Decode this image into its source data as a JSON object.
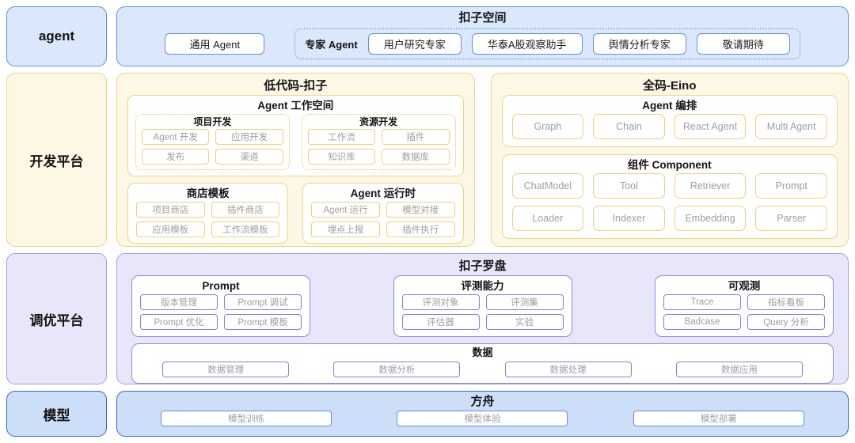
{
  "colors": {
    "blue_bg": "#dbe8fc",
    "blue_border": "#5e8fe8",
    "deep_blue_bg": "#cddef8",
    "deep_blue_border": "#2e69d2",
    "yellow_bg": "#fdf7e5",
    "yellow_border": "#f4d37c",
    "purple_bg": "#e7e7f9",
    "purple_border": "#9e9ef2",
    "muted_text": "#9e9e9e"
  },
  "row_agent": {
    "label": "agent",
    "panel_title": "扣子空间",
    "general_agent": "通用 Agent",
    "expert_label": "专家 Agent",
    "experts": [
      "用户研究专家",
      "华泰A股观察助手",
      "舆情分析专家",
      "敬请期待"
    ]
  },
  "row_dev": {
    "label": "开发平台",
    "lowcode": {
      "title": "低代码-扣子",
      "workspace": {
        "title": "Agent 工作空间",
        "groups": [
          {
            "title": "项目开发",
            "items": [
              "Agent 开发",
              "应用开发",
              "发布",
              "渠道"
            ]
          },
          {
            "title": "资源开发",
            "items": [
              "工作流",
              "插件",
              "知识库",
              "数据库"
            ]
          }
        ]
      },
      "store": {
        "title": "商店模板",
        "items": [
          "项目商店",
          "插件商店",
          "应用模板",
          "工作流模板"
        ]
      },
      "runtime": {
        "title": "Agent 运行时",
        "items": [
          "Agent 运行",
          "模型对接",
          "埋点上报",
          "插件执行"
        ]
      }
    },
    "fullcode": {
      "title": "全码-Eino",
      "orchestration": {
        "title": "Agent 编排",
        "items": [
          "Graph",
          "Chain",
          "React Agent",
          "Multi Agent"
        ]
      },
      "component": {
        "title": "组件 Component",
        "items": [
          "ChatModel",
          "Tool",
          "Retriever",
          "Prompt",
          "Loader",
          "Indexer",
          "Embedding",
          "Parser"
        ]
      }
    }
  },
  "row_tuning": {
    "label": "调优平台",
    "panel_title": "扣子罗盘",
    "groups": [
      {
        "title": "Prompt",
        "items": [
          "版本管理",
          "Prompt 调试",
          "Prompt 优化",
          "Prompt 模板"
        ]
      },
      {
        "title": "评测能力",
        "items": [
          "评测对象",
          "评测集",
          "评估器",
          "实验"
        ]
      },
      {
        "title": "可观测",
        "items": [
          "Trace",
          "指标看板",
          "Badcase",
          "Query 分析"
        ]
      }
    ],
    "data_group": {
      "title": "数据",
      "items": [
        "数据管理",
        "数据分析",
        "数据处理",
        "数据应用"
      ]
    }
  },
  "row_model": {
    "label": "模型",
    "panel_title": "方舟",
    "items": [
      "模型训练",
      "模型体验",
      "模型部署"
    ]
  }
}
